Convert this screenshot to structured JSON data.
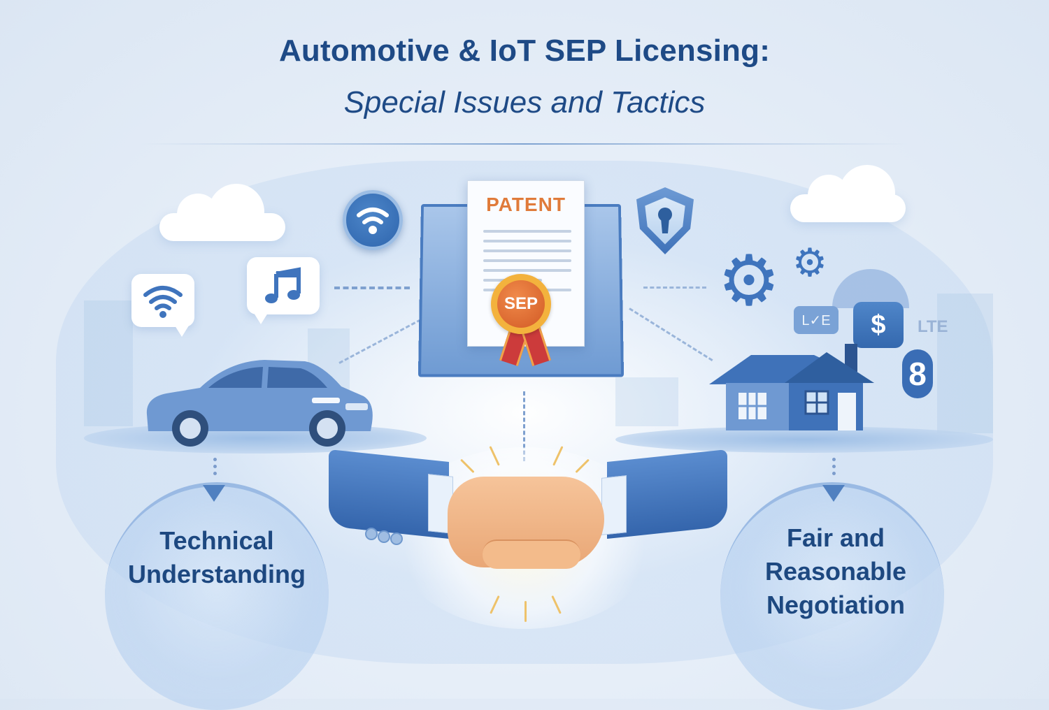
{
  "header": {
    "title": "Automotive & IoT SEP Licensing:",
    "subtitle": "Special Issues and Tactics"
  },
  "center": {
    "document_label": "PATENT",
    "seal_label": "SEP",
    "left_icon": "wifi-icon",
    "right_icon": "shield-lock-icon"
  },
  "left_scene": {
    "subject": "car",
    "bubbles": [
      {
        "icon": "wifi-icon"
      },
      {
        "icon": "music-note-icon"
      }
    ],
    "caption_line1": "Technical",
    "caption_line2": "Understanding"
  },
  "right_scene": {
    "subject": "smart-home",
    "bubbles": [
      {
        "icon": "gear-icon"
      },
      {
        "icon": "gear-icon"
      },
      {
        "icon": "live-badge-icon",
        "text": "L✓E"
      },
      {
        "icon": "dollar-icon",
        "text": "$"
      },
      {
        "icon": "lte-icon",
        "text": "LTE"
      },
      {
        "icon": "bluetooth-like-icon",
        "text": "8"
      }
    ],
    "caption_line1": "Fair and",
    "caption_line2": "Reasonable",
    "caption_line3": "Negotiation"
  },
  "footer_visual": {
    "subject": "handshake"
  },
  "colors": {
    "title": "#1e4a86",
    "accent_blue": "#3f74bd",
    "patent_orange": "#e07b3a",
    "seal_gold": "#f3b23d",
    "ribbon_red": "#cc3b3b",
    "background": "#e6eef8"
  }
}
